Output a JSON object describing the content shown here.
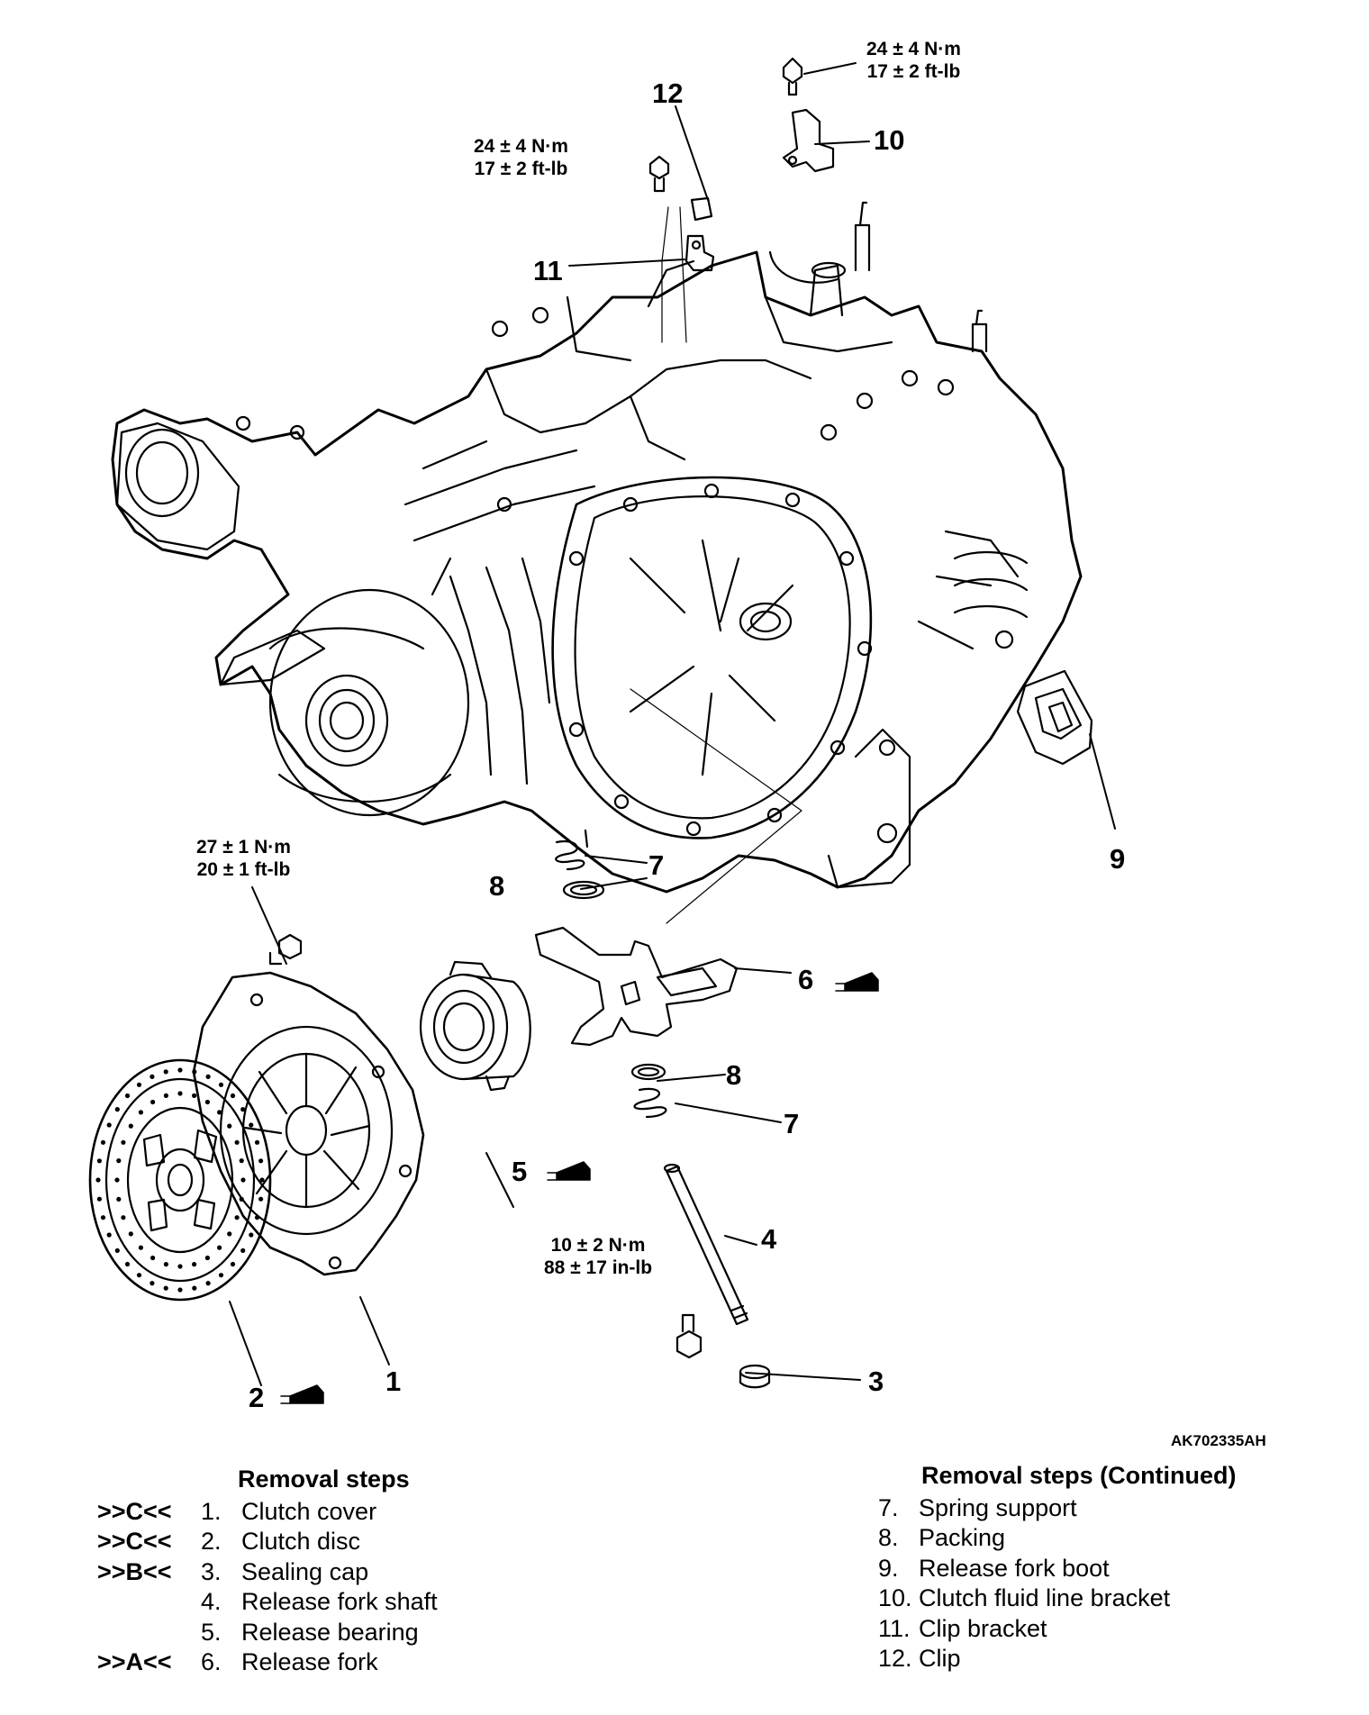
{
  "figure_id": "AK702335AH",
  "callouts": [
    {
      "id": "1",
      "text": "1"
    },
    {
      "id": "2",
      "text": "2"
    },
    {
      "id": "3",
      "text": "3"
    },
    {
      "id": "4",
      "text": "4"
    },
    {
      "id": "5",
      "text": "5"
    },
    {
      "id": "6",
      "text": "6"
    },
    {
      "id": "7a",
      "text": "7"
    },
    {
      "id": "7b",
      "text": "7"
    },
    {
      "id": "8a",
      "text": "8"
    },
    {
      "id": "8b",
      "text": "8"
    },
    {
      "id": "9",
      "text": "9"
    },
    {
      "id": "10",
      "text": "10"
    },
    {
      "id": "11",
      "text": "11"
    },
    {
      "id": "12",
      "text": "12"
    }
  ],
  "torques": {
    "top_bolt": {
      "line1": "24 ± 4 N·m",
      "line2": "17 ± 2 ft-lb"
    },
    "clip_bracket_bolt": {
      "line1": "24 ± 4 N·m",
      "line2": "17 ± 2 ft-lb"
    },
    "cover_bolt": {
      "line1": "27 ± 1 N·m",
      "line2": "20 ± 1 ft-lb"
    },
    "shaft_bolt": {
      "line1": "10 ± 2 N·m",
      "line2": "88 ± 17 in-lb"
    }
  },
  "removal_steps": {
    "title": "Removal steps",
    "items": [
      {
        "ref": ">>C<<",
        "num": "1.",
        "label": "Clutch cover"
      },
      {
        "ref": ">>C<<",
        "num": "2.",
        "label": "Clutch disc"
      },
      {
        "ref": ">>B<<",
        "num": "3.",
        "label": "Sealing cap"
      },
      {
        "ref": "",
        "num": "4.",
        "label": "Release fork shaft"
      },
      {
        "ref": "",
        "num": "5.",
        "label": "Release bearing"
      },
      {
        "ref": ">>A<<",
        "num": "6.",
        "label": "Release fork"
      }
    ]
  },
  "removal_steps_continued": {
    "title": "Removal steps (Continued)",
    "items": [
      {
        "num": "7.",
        "label": "Spring support"
      },
      {
        "num": "8.",
        "label": "Packing"
      },
      {
        "num": "9.",
        "label": "Release fork boot"
      },
      {
        "num": "10.",
        "label": "Clutch fluid line bracket"
      },
      {
        "num": "11.",
        "label": "Clip bracket"
      },
      {
        "num": "12.",
        "label": "Clip"
      }
    ]
  }
}
